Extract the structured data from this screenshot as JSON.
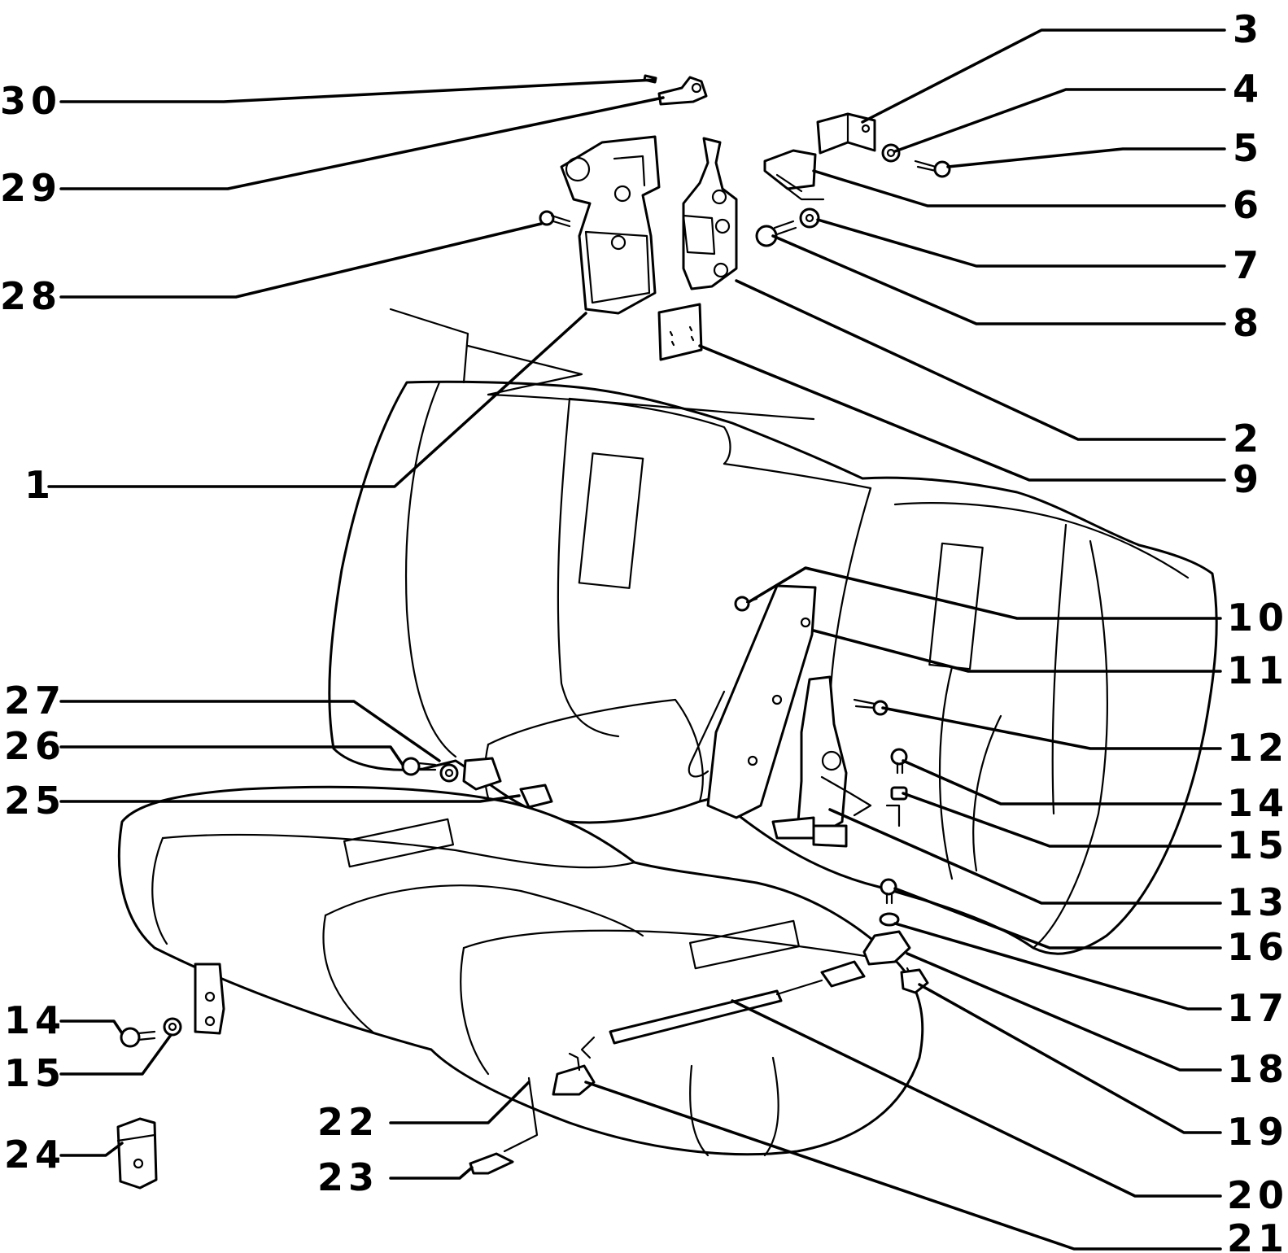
{
  "callouts": [
    {
      "id": "1",
      "label": "1"
    },
    {
      "id": "2",
      "label": "2"
    },
    {
      "id": "3",
      "label": "3"
    },
    {
      "id": "4",
      "label": "4"
    },
    {
      "id": "5",
      "label": "5"
    },
    {
      "id": "6",
      "label": "6"
    },
    {
      "id": "7",
      "label": "7"
    },
    {
      "id": "8",
      "label": "8"
    },
    {
      "id": "9",
      "label": "9"
    },
    {
      "id": "10",
      "label": "10"
    },
    {
      "id": "11",
      "label": "11"
    },
    {
      "id": "12",
      "label": "12"
    },
    {
      "id": "13",
      "label": "13"
    },
    {
      "id": "14",
      "label": "14"
    },
    {
      "id": "14b",
      "label": "14"
    },
    {
      "id": "15",
      "label": "15"
    },
    {
      "id": "15b",
      "label": "15"
    },
    {
      "id": "16",
      "label": "16"
    },
    {
      "id": "17",
      "label": "17"
    },
    {
      "id": "18",
      "label": "18"
    },
    {
      "id": "19",
      "label": "19"
    },
    {
      "id": "20",
      "label": "20"
    },
    {
      "id": "21",
      "label": "21"
    },
    {
      "id": "22",
      "label": "22"
    },
    {
      "id": "23",
      "label": "23"
    },
    {
      "id": "24",
      "label": "24"
    },
    {
      "id": "25",
      "label": "25"
    },
    {
      "id": "26",
      "label": "26"
    },
    {
      "id": "27",
      "label": "27"
    },
    {
      "id": "28",
      "label": "28"
    },
    {
      "id": "29",
      "label": "29"
    },
    {
      "id": "30",
      "label": "30"
    }
  ],
  "colors": {
    "line": "#000000",
    "background": "#ffffff"
  }
}
